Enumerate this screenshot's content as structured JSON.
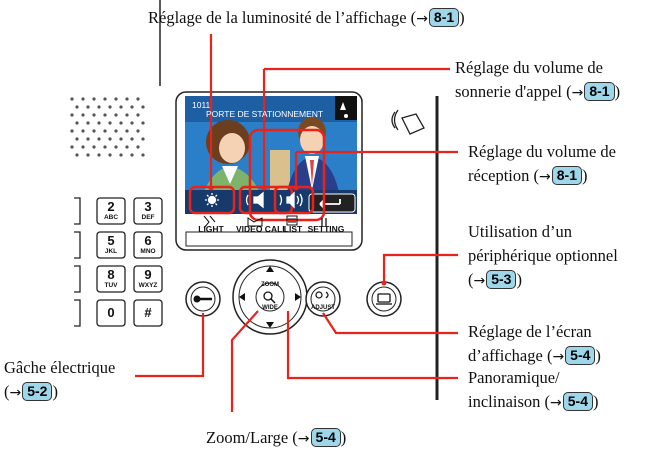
{
  "callouts": {
    "brightness": {
      "text": "Réglage de la luminosité de l’affichage (",
      "ref": "8-1"
    },
    "ring_volume": {
      "line1": "Réglage du volume de",
      "line2": "sonnerie d'appel (",
      "ref": "8-1"
    },
    "receive_volume": {
      "line1": "Réglage du volume de",
      "line2": "réception (",
      "ref": "8-1"
    },
    "option_device": {
      "line1": "Utilisation d’un",
      "line2": "périphérique optionnel",
      "line3": "(",
      "ref": "5-3"
    },
    "screen_adjust": {
      "line1": "Réglage de l’écran",
      "line2": "d’affichage (",
      "ref": "5-4"
    },
    "door_release": {
      "line1": "Gâche électrique",
      "line2": "(",
      "ref": "5-2"
    },
    "pan_tilt": {
      "line1": "Panoramique/",
      "line2": "inclinaison (",
      "ref": "5-4"
    },
    "zoom": {
      "text": "Zoom/Large (",
      "ref": "5-4"
    }
  },
  "arrow_glyph": "→",
  "close_paren": ")",
  "screen": {
    "line1": "1011",
    "line2": "PORTE DE STATIONNEMENT"
  },
  "screen_buttons": [
    "LIGHT",
    "VIDEO CALL",
    "LIST",
    "SETTING"
  ],
  "zoom_button": {
    "line1": "ZOOM",
    "line2": "WIDE"
  },
  "adjust_label": "ADJUST",
  "keypad": [
    {
      "num": "2",
      "sub": "ABC"
    },
    {
      "num": "3",
      "sub": "DEF"
    },
    {
      "num": "5",
      "sub": "JKL"
    },
    {
      "num": "6",
      "sub": "MNO"
    },
    {
      "num": "8",
      "sub": "TUV"
    },
    {
      "num": "9",
      "sub": "WXYZ"
    },
    {
      "num": "0",
      "sub": ""
    },
    {
      "num": "#",
      "sub": ""
    }
  ],
  "colors": {
    "callout_line": "#e8231b",
    "ref_fill": "#9fd7ea",
    "screen_sky": "#2a7fc8"
  }
}
